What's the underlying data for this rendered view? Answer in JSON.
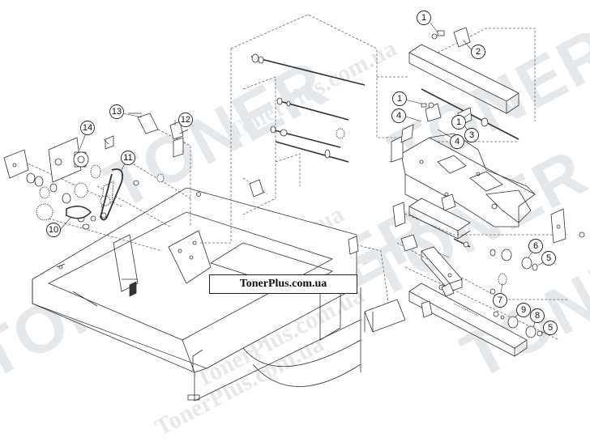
{
  "watermarks": {
    "brand": "TONER",
    "url": "TonerPlus.com.ua"
  },
  "banner": {
    "text": "TonerPlus.com.ua"
  },
  "callouts": [
    "1",
    "2",
    "1",
    "3",
    "4",
    "1",
    "4",
    "14",
    "13",
    "12",
    "11",
    "10",
    "6",
    "5",
    "7",
    "9",
    "8",
    "5"
  ],
  "colors": {
    "line": "#333333",
    "dashed": "#555555",
    "watermark": "#e6e9ec"
  }
}
